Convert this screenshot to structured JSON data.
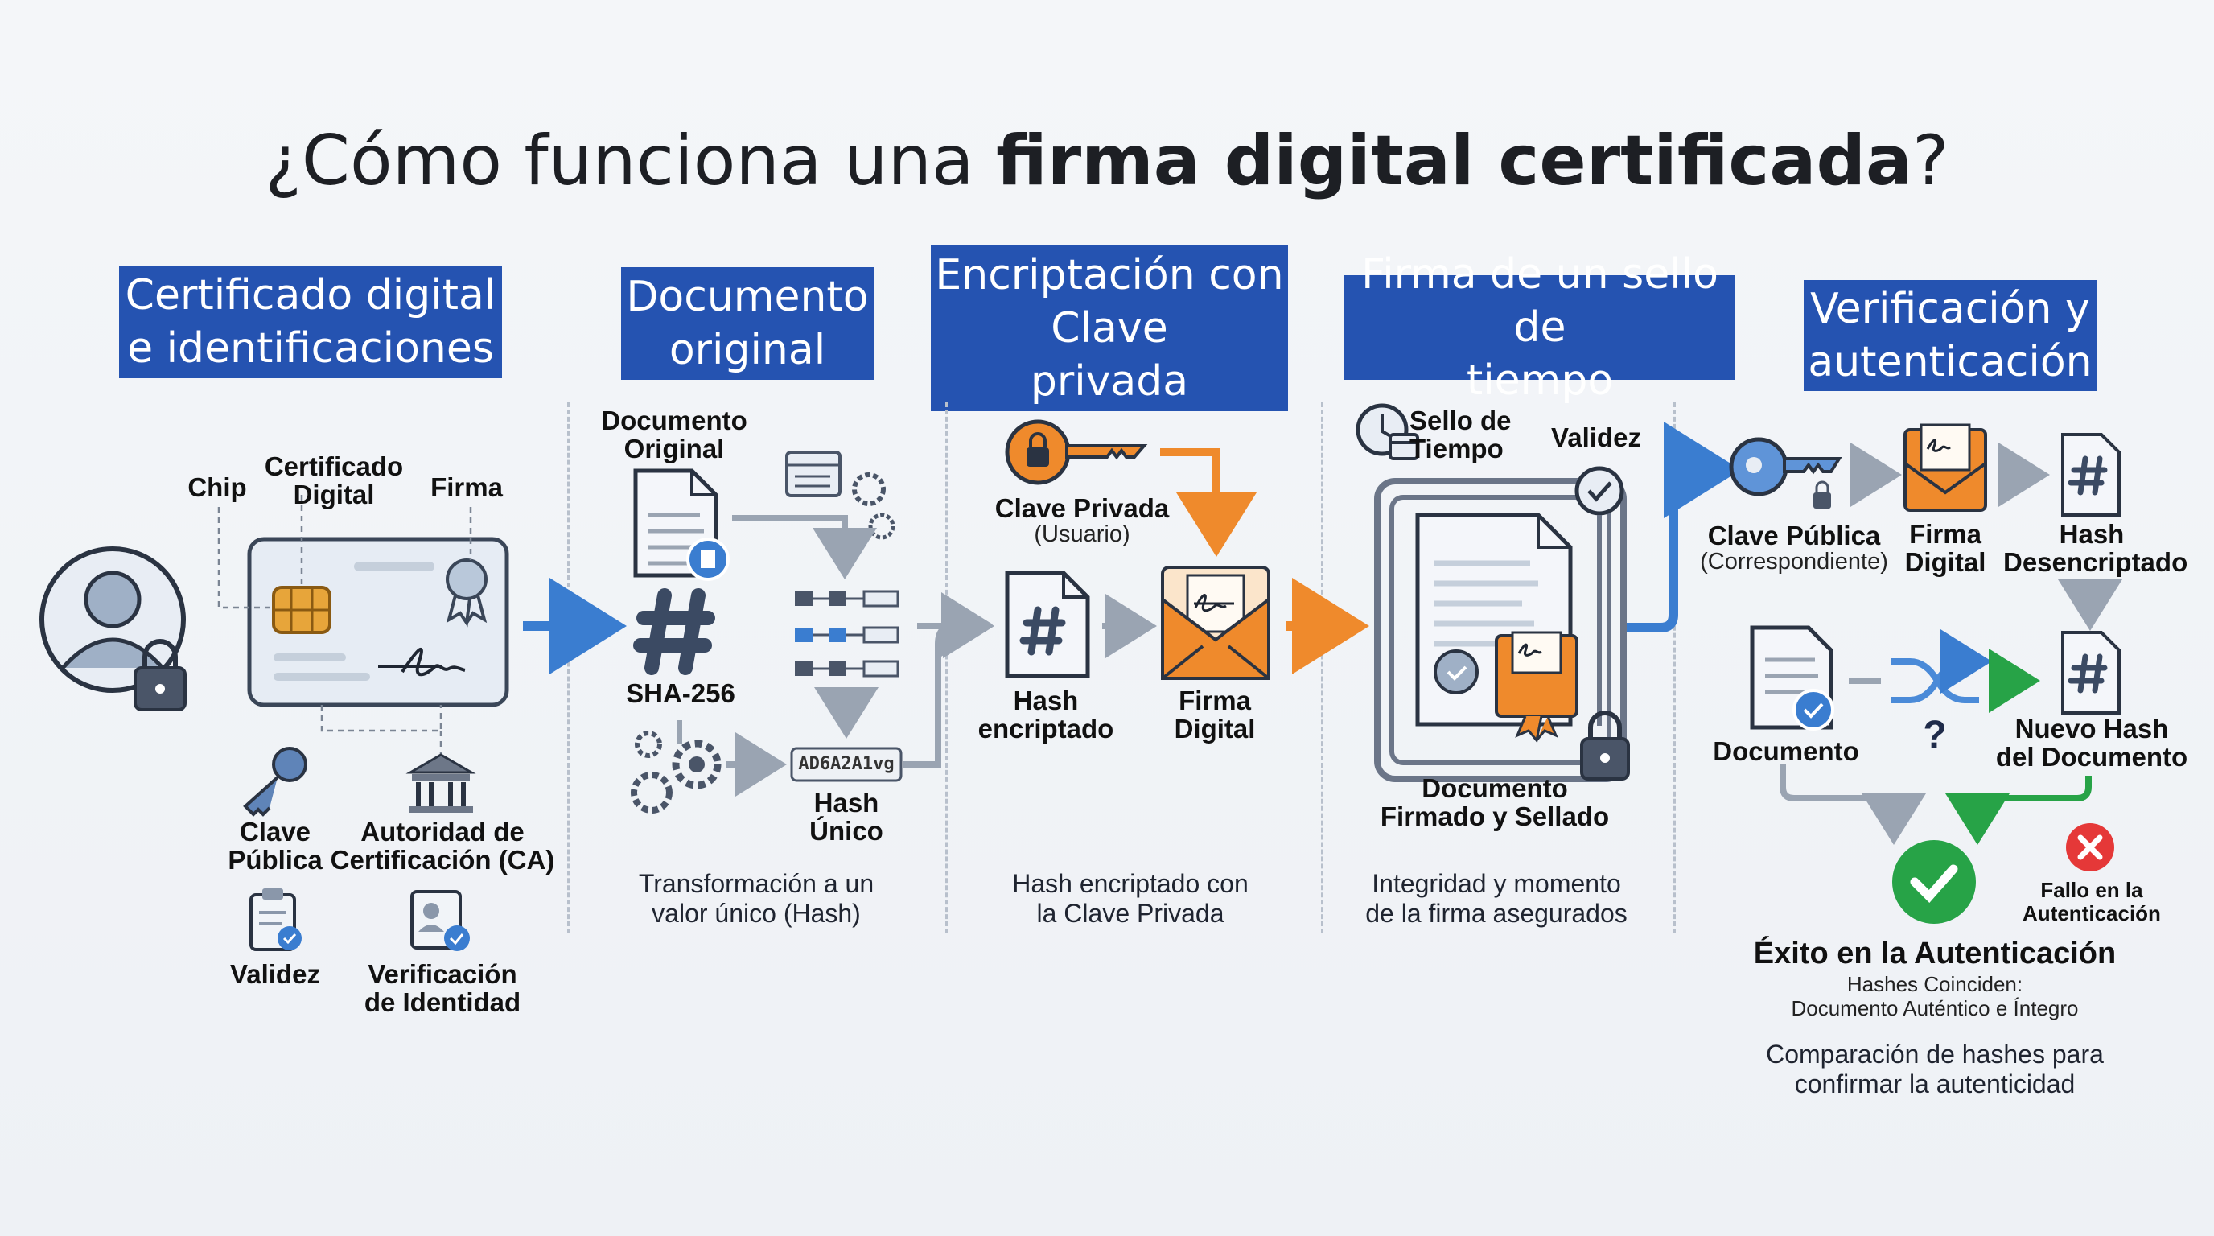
{
  "title": {
    "prefix": "¿Cómo funciona una ",
    "bold": "firma digital certificada",
    "suffix": "?"
  },
  "headers": [
    "Certificado digital\ne identificaciones",
    "Documento\noriginal",
    "Encriptación con\nClave\nprivada",
    "Firma de un sello de\ntiempo",
    "Verificación y\nautenticación"
  ],
  "section1": {
    "chip": "Chip",
    "certificado": "Certificado\nDigital",
    "firma": "Firma",
    "clave_publica": "Clave\nPública",
    "autoridad": "Autoridad de\nCertificación (CA)",
    "validez": "Validez",
    "verificacion": "Verificación\nde Identidad"
  },
  "section2": {
    "documento_original": "Documento\nOriginal",
    "sha": "SHA-256",
    "hash_code": "AD6A2A1vg",
    "hash_unico": "Hash\nÚnico",
    "caption": "Transformación a un\nvalor único (Hash)"
  },
  "section3": {
    "clave_privada": "Clave Privada",
    "usuario": "(Usuario)",
    "hash_encriptado": "Hash\nencriptado",
    "firma_digital": "Firma\nDigital",
    "caption": "Hash encriptado con\nla Clave Privada"
  },
  "section4": {
    "sello": "Sello de\nTiempo",
    "validez": "Validez",
    "documento_firmado": "Documento\nFirmado y Sellado",
    "caption": "Integridad y momento\nde la firma asegurados"
  },
  "section5": {
    "clave_publica": "Clave Pública",
    "correspondiente": "(Correspondiente)",
    "firma_digital": "Firma\nDigital",
    "hash_desencriptado": "Hash\nDesencriptado",
    "documento": "Documento",
    "question": "?",
    "nuevo_hash": "Nuevo Hash\ndel Documento",
    "fallo": "Fallo en la\nAutenticación",
    "exito": "Éxito en la Autenticación",
    "hashes": "Hashes Coinciden:\nDocumento Auténtico e Íntegro",
    "caption": "Comparación de hashes para\nconfirmar la autenticidad"
  },
  "colors": {
    "header": "#2553b1",
    "blue_arrow": "#3a7dd0",
    "orange": "#ef8a2c",
    "success": "#27a347",
    "fail": "#e53838",
    "icon": "#4a5568"
  },
  "icons": [
    "user-lock-icon",
    "chip-icon",
    "seal-icon",
    "signature-icon",
    "key-icon",
    "bank-icon",
    "clipboard-check-icon",
    "id-check-icon",
    "document-icon",
    "hash-icon",
    "gear-icon",
    "flowchart-icon",
    "orange-key-icon",
    "envelope-signature-icon",
    "clock-icon",
    "calendar-icon",
    "check-circle-icon",
    "padlock-icon",
    "blue-key-icon",
    "shuffle-icon",
    "success-check-icon",
    "fail-x-icon"
  ]
}
